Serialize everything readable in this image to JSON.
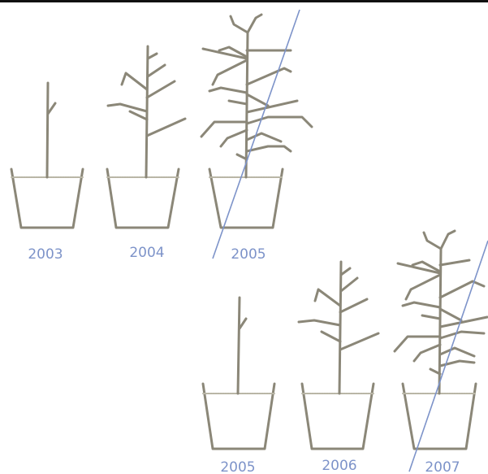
{
  "diagram": {
    "row_top": {
      "years": [
        "2003",
        "2004",
        "2005"
      ]
    },
    "row_bottom": {
      "years": [
        "2005",
        "2006",
        "2007"
      ]
    }
  },
  "colors": {
    "plant": "#8b8778",
    "pot": "#8b8778",
    "soil": "#b9b6a6",
    "label": "#7d93c9",
    "guide_line": "#7d93c9",
    "top_rule": "#111111"
  }
}
